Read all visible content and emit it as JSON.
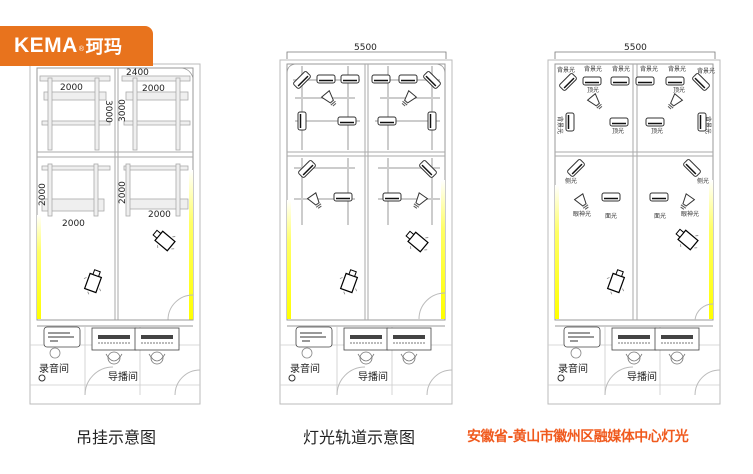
{
  "logo": {
    "brand": "KEMA",
    "registered": "®",
    "cn": "珂玛"
  },
  "colors": {
    "brand_orange": "#e8731d",
    "caption_orange": "#f05a1e",
    "light_strip": "#ffff00",
    "wall": "#999999"
  },
  "panels": [
    {
      "id": "hanging",
      "caption": "吊挂示意图",
      "dims": {
        "top_width": "2400",
        "rack_width_a": "2000",
        "rack_width_b": "2000",
        "rack_height_a": "3000",
        "rack_height_b": "3000",
        "lower_height_a": "2000",
        "lower_height_b": "2000",
        "lower_width_a": "2000",
        "lower_width_b": "2000"
      },
      "rooms": {
        "recording": "录音间",
        "director": "导播间"
      }
    },
    {
      "id": "track",
      "caption": "灯光轨道示意图",
      "dims": {
        "overall_width": "5500"
      },
      "rooms": {
        "recording": "录音间",
        "director": "导播间"
      }
    },
    {
      "id": "lights",
      "caption": "安徽省-黄山市徽州区融媒体中心灯光",
      "dims": {
        "overall_width": "5500"
      },
      "light_labels": {
        "back": "背景光",
        "top": "顶光",
        "side": "侧光",
        "eye": "眼神光",
        "face": "面光"
      },
      "rooms": {
        "recording": "录音间",
        "director": "导播间"
      }
    }
  ]
}
